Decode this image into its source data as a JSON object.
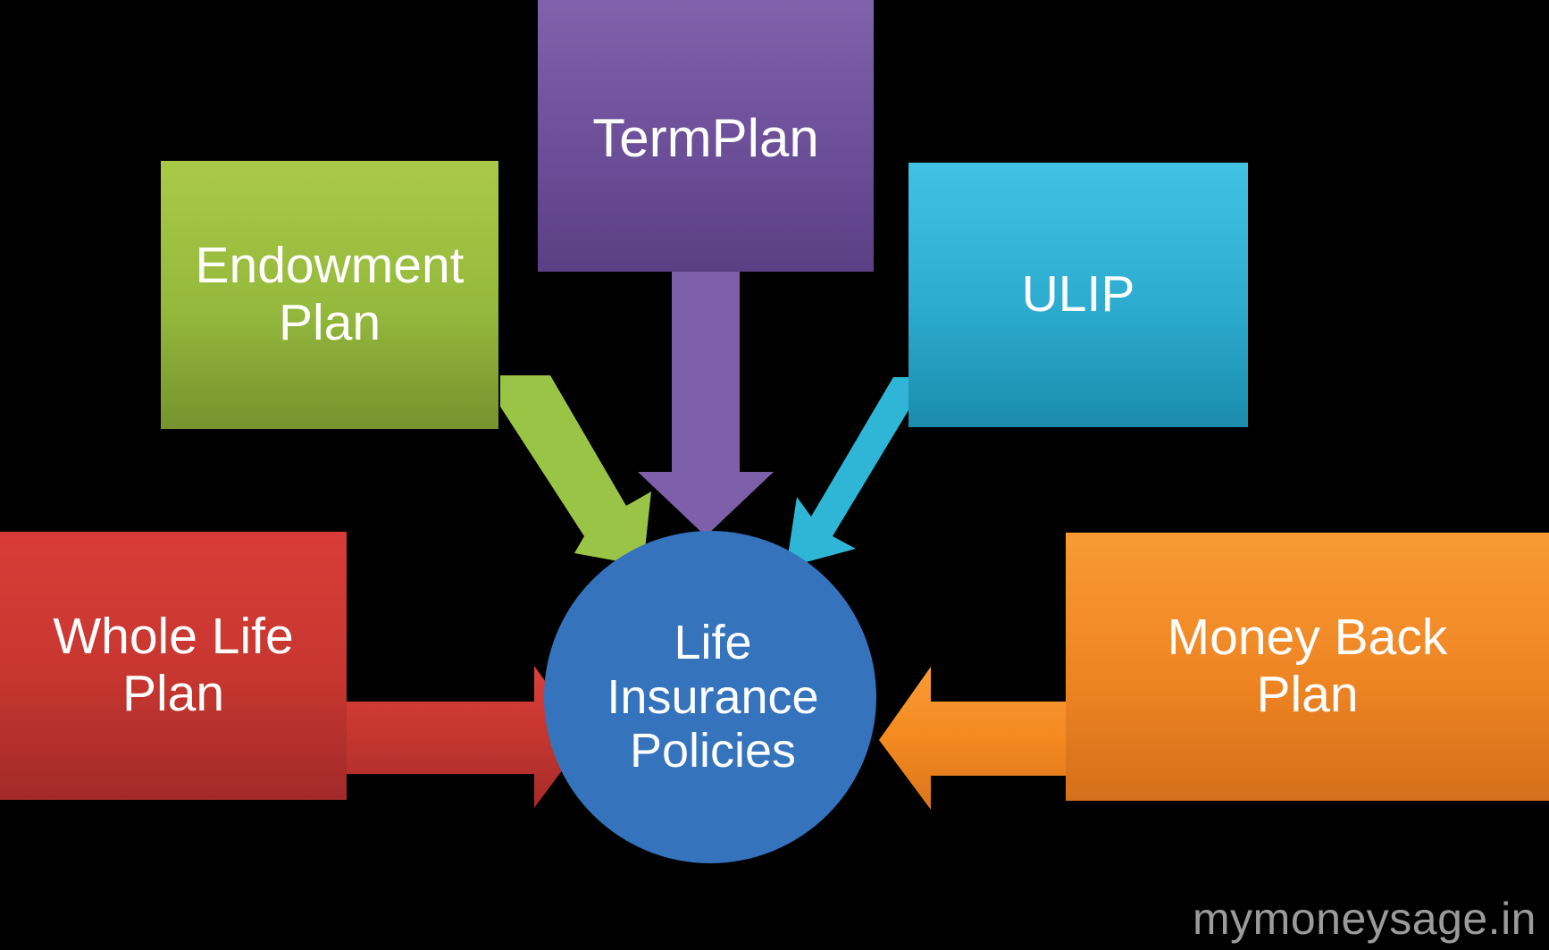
{
  "diagram": {
    "title": "Life Insurance Policies",
    "type": "hub-and-spoke",
    "center": {
      "label": "Life\nInsurance\nPolicies",
      "shape": "circle",
      "color": "#3573bd"
    },
    "nodes": [
      {
        "id": "termplan",
        "label": "TermPlan",
        "shape": "rectangle",
        "color_top": "#7d5ba6",
        "color_bottom": "#614089",
        "arrow_color": "#7b56a8",
        "arrow_direction": "down",
        "position": "top-center"
      },
      {
        "id": "endowment",
        "label": "Endowment\nPlan",
        "shape": "rectangle",
        "color_top": "#a5c13f",
        "color_bottom": "#77952f",
        "arrow_color": "#9dc84a",
        "arrow_direction": "down-right",
        "position": "top-left"
      },
      {
        "id": "ulip",
        "label": "ULIP",
        "shape": "rectangle",
        "color_top": "#3dbcdd",
        "color_bottom": "#1b8fae",
        "arrow_color": "#2fb4d3",
        "arrow_direction": "down-left",
        "position": "top-right"
      },
      {
        "id": "wholelife",
        "label": "Whole Life\nPlan",
        "shape": "rectangle",
        "color_top": "#d93a36",
        "color_bottom": "#a92b2b",
        "arrow_color": "#cc3b38",
        "arrow_direction": "right",
        "position": "bottom-left"
      },
      {
        "id": "moneyback",
        "label": "Money Back\nPlan",
        "shape": "rectangle",
        "color_top": "#f89a33",
        "color_bottom": "#d9731c",
        "arrow_color": "#f7931e",
        "arrow_direction": "left",
        "position": "bottom-right"
      }
    ],
    "watermark": "mymoneysage.in",
    "watermark_color": "#9b9b9b",
    "background_color": "#000000"
  }
}
